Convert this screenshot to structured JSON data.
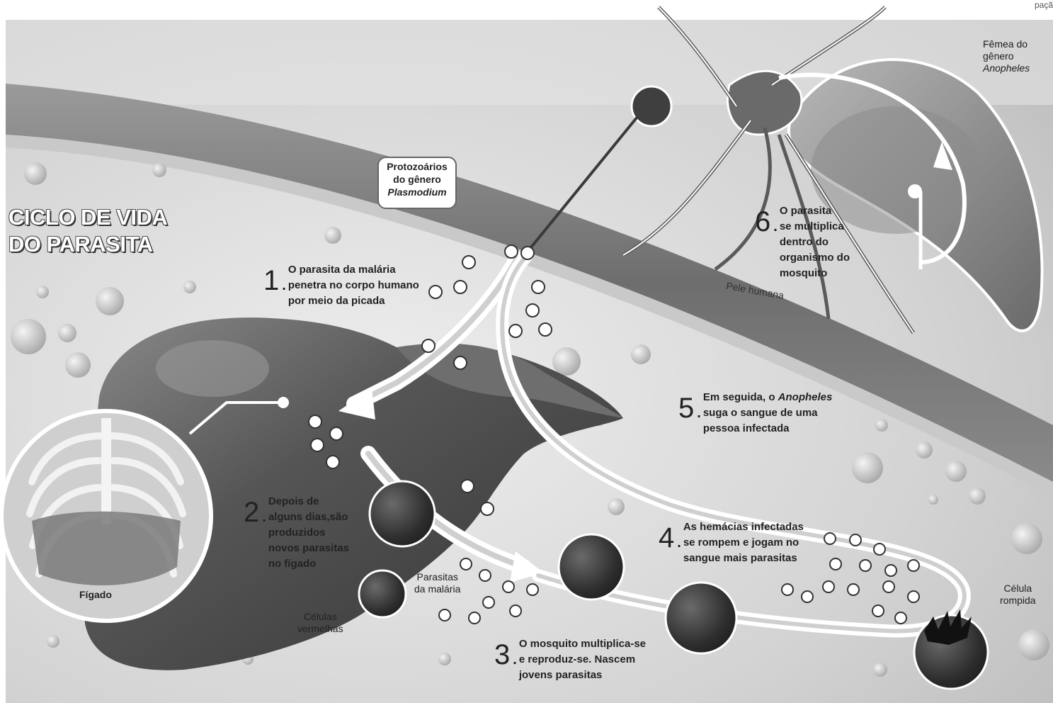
{
  "title": {
    "line1": "CICLO DE VIDA",
    "line2": "DO PARASITA"
  },
  "corner_text": "paçã",
  "callout": {
    "line1": "Protozoários",
    "line2": "do gênero",
    "line3": "Plasmodium"
  },
  "mosquito_label": {
    "line1": "Fêmea do",
    "line2": "gênero",
    "line3": "Anopheles"
  },
  "skin_label": "Pele humana",
  "steps": [
    {
      "num": "1",
      "text": "O parasita da malária\npenetra no corpo humano\npor meio da picada"
    },
    {
      "num": "2",
      "text": "Depois de\nalguns dias,são\nproduzidos\nnovos parasitas\nno fígado"
    },
    {
      "num": "3",
      "text": "O mosquito multiplica-se\ne reproduz-se. Nascem\njovens parasitas"
    },
    {
      "num": "4",
      "text": "As hemácias infectadas\nse rompem e jogam no\nsangue mais parasitas"
    },
    {
      "num": "5",
      "pre": "Em seguida, o ",
      "em": "Anopheles",
      "post": "\nsuga o sangue de uma\npessoa infectada"
    },
    {
      "num": "6",
      "text": "O parasita\nse multiplica\ndentro do\norganismo do\nmosquito"
    }
  ],
  "labels": {
    "liver": "Fígado",
    "red_cells": "Células\nvermelhas",
    "parasites": "Parasitas\nda malária",
    "ruptured_cell": "Célula\nrompida"
  },
  "colors": {
    "skin_band": "#7a7a7a",
    "background": "#d6d6d6",
    "arrow": "#ffffff",
    "cell": "#3a3a3a"
  }
}
